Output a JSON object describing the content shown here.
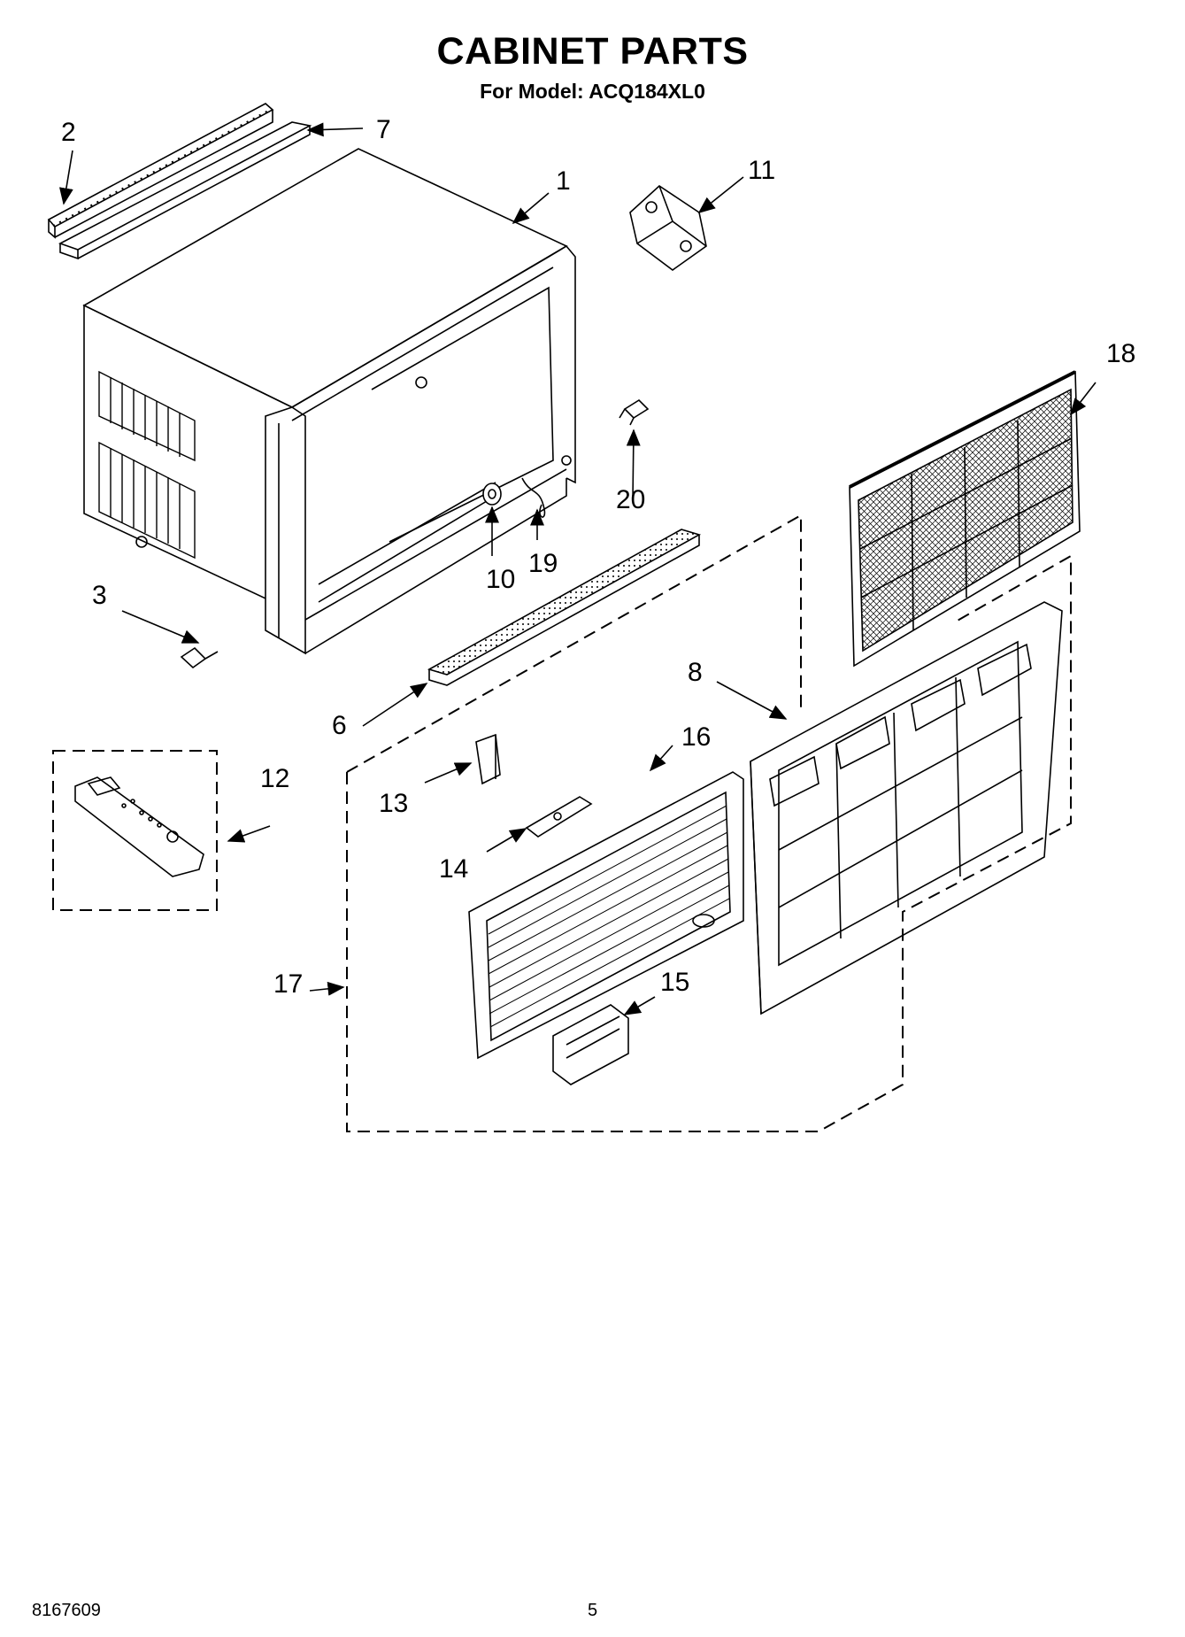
{
  "title": "CABINET PARTS",
  "subtitle": "For Model: ACQ184XL0",
  "callouts": {
    "c1": "1",
    "c2": "2",
    "c3": "3",
    "c6": "6",
    "c7": "7",
    "c8": "8",
    "c10": "10",
    "c11": "11",
    "c12": "12",
    "c13": "13",
    "c14": "14",
    "c15": "15",
    "c16": "16",
    "c17": "17",
    "c18": "18",
    "c19": "19",
    "c20": "20"
  },
  "footer": {
    "doc_number": "8167609",
    "page_number": "5"
  }
}
